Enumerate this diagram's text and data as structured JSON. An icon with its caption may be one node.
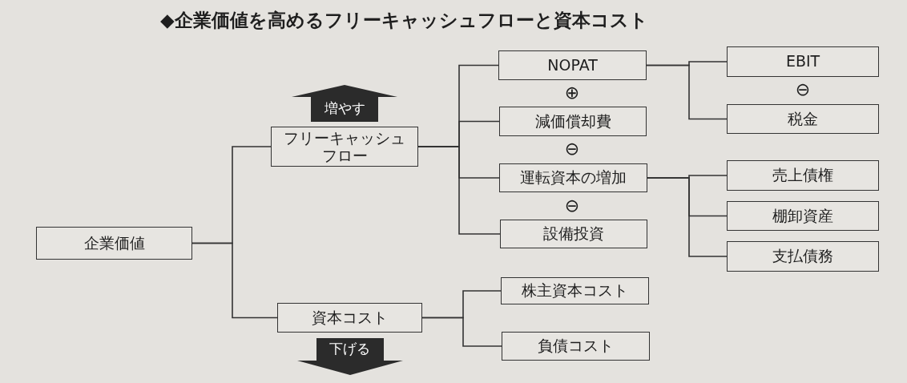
{
  "diagram": {
    "title": "◆企業価値を高めるフリーキャッシュフローと資本コスト",
    "nodes": [
      {
        "text": [
          "企業価値"
        ]
      },
      {
        "text": [
          "フリーキャッシュフロー"
        ],
        "beside": [
          "増やす"
        ]
      },
      {
        "text": [
          "資本コスト"
        ],
        "beside": [
          "下げる"
        ]
      },
      {
        "text": [
          "NOPAT"
        ]
      },
      {
        "text": [
          "減価償却費"
        ]
      },
      {
        "text": [
          "運転資本の増加"
        ]
      },
      {
        "text": [
          "設備投資"
        ]
      },
      {
        "text": [
          "EBIT"
        ]
      },
      {
        "text": [
          "税金"
        ]
      },
      {
        "text": [
          "売上債権"
        ]
      },
      {
        "text": [
          "棚卸資産"
        ]
      },
      {
        "text": [
          "支払債務"
        ]
      },
      {
        "text": [
          "株主資本コスト"
        ]
      },
      {
        "text": [
          "負債コスト"
        ]
      }
    ],
    "edges": [
      {
        "from": 0,
        "to": 1,
        "arrow": "none"
      },
      {
        "from": 0,
        "to": 2,
        "arrow": "none"
      },
      {
        "from": 1,
        "to": 3,
        "arrow": "none"
      },
      {
        "from": 1,
        "to": 4,
        "arrow": "none"
      },
      {
        "from": 1,
        "to": 5,
        "arrow": "none"
      },
      {
        "from": 1,
        "to": 6,
        "arrow": "none"
      },
      {
        "from": 3,
        "to": 7,
        "arrow": "none"
      },
      {
        "from": 3,
        "to": 8,
        "arrow": "none"
      },
      {
        "from": 5,
        "to": 9,
        "arrow": "none"
      },
      {
        "from": 5,
        "to": 10,
        "arrow": "none"
      },
      {
        "from": 5,
        "to": 11,
        "arrow": "none"
      },
      {
        "from": 2,
        "to": 12,
        "arrow": "none"
      },
      {
        "from": 2,
        "to": 13,
        "arrow": "none"
      }
    ],
    "labels": [
      "⊕",
      "⊖",
      "⊖",
      "⊖"
    ]
  }
}
